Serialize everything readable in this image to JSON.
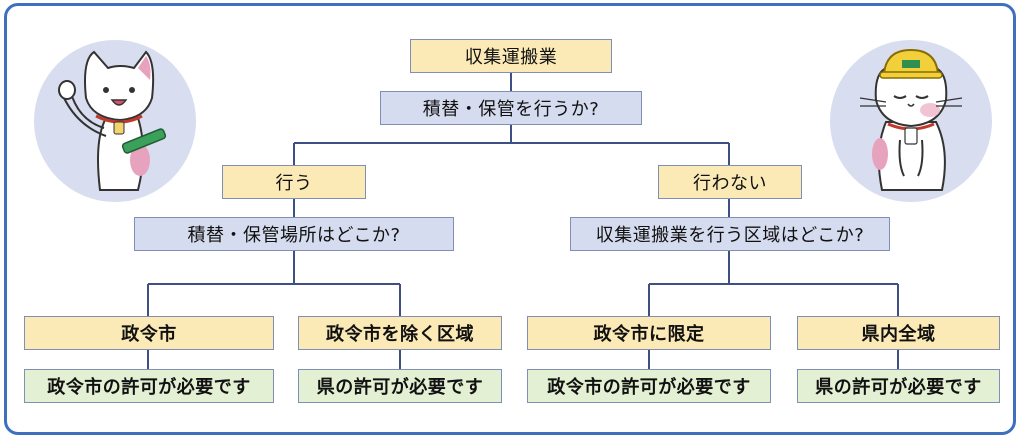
{
  "nodes": {
    "root": "収集運搬業",
    "question1": "積替・保管を行うか?",
    "yes": "行う",
    "no": "行わない",
    "question_yes": "積替・保管場所はどこか?",
    "question_no": "収集運搬業を行う区域はどこか?",
    "leaf1_cond": "政令市",
    "leaf1_result": "政令市の許可が必要です",
    "leaf2_cond": "政令市を除く区域",
    "leaf2_result": "県の許可が必要です",
    "leaf3_cond": "政令市に限定",
    "leaf3_result": "政令市の許可が必要です",
    "leaf4_cond": "県内全域",
    "leaf4_result": "県の許可が必要です"
  },
  "colors": {
    "frame": "#3f6fbf",
    "condition": "#fbeab6",
    "question": "#d6dcef",
    "result": "#e4f0d4",
    "connector": "#3d4f85",
    "circle": "#d8ddef"
  },
  "illustrations": {
    "left": "cat-mascot-waving-icon",
    "right": "cat-mascot-hardhat-icon"
  }
}
